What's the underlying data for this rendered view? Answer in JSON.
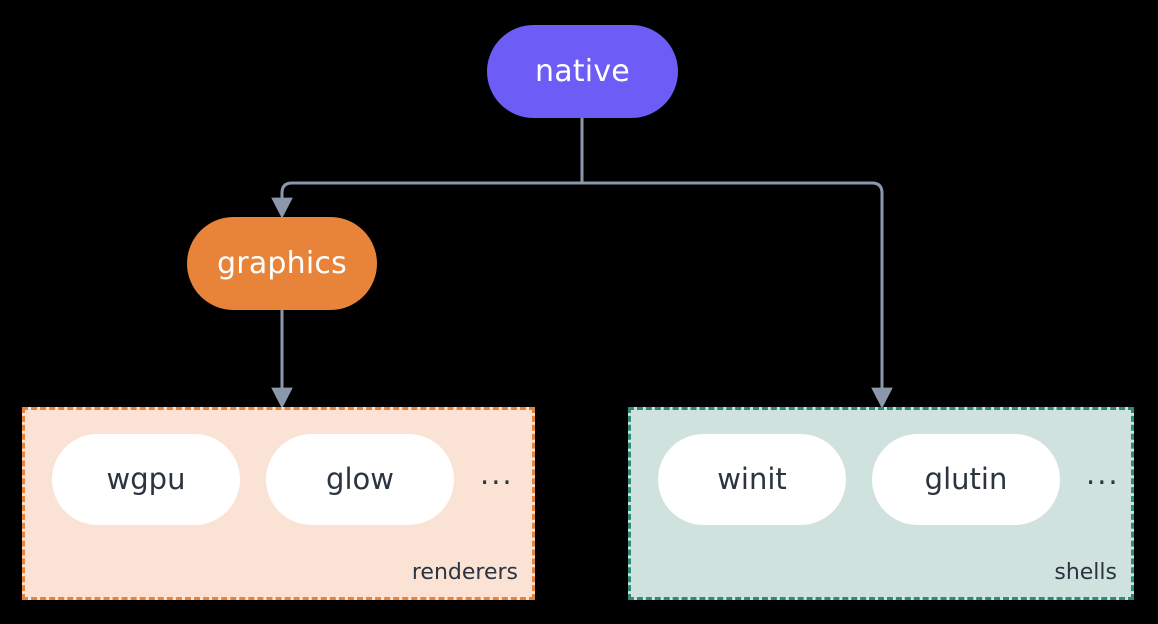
{
  "diagram": {
    "title": "native",
    "background_color": "#000000",
    "edge_color": "#8B98AC",
    "nodes": {
      "native": {
        "label": "native",
        "color": "#6D5DF6",
        "text_color": "#FFFFFF"
      },
      "graphics": {
        "label": "graphics",
        "color": "#E8833A",
        "text_color": "#FFFFFF"
      }
    },
    "groups": [
      {
        "id": "renderers",
        "label": "renderers",
        "background_color": "#FAE3D4",
        "border_color": "#E8833A",
        "border_style": "dashed",
        "items": [
          {
            "label": "wgpu"
          },
          {
            "label": "glow"
          }
        ],
        "overflow_indicator": "..."
      },
      {
        "id": "shells",
        "label": "shells",
        "background_color": "#CFE2DD",
        "border_color": "#2E8B78",
        "border_style": "dashed",
        "items": [
          {
            "label": "winit"
          },
          {
            "label": "glutin"
          }
        ],
        "overflow_indicator": "..."
      }
    ],
    "edges": [
      {
        "from": "native",
        "to": "graphics",
        "arrow": true
      },
      {
        "from": "native",
        "to": "shells",
        "arrow": true
      },
      {
        "from": "graphics",
        "to": "renderers",
        "arrow": true
      }
    ]
  }
}
